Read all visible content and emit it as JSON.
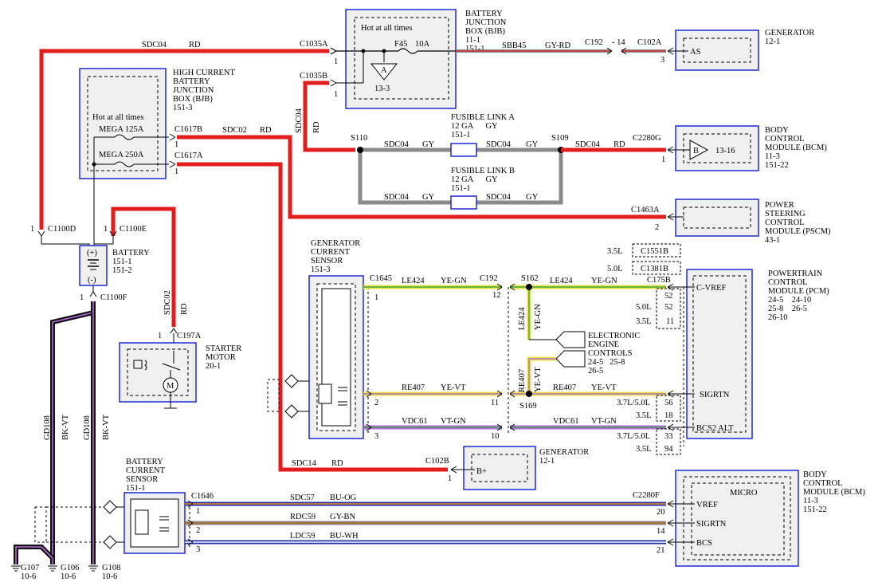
{
  "colors": {
    "rd": "#e11d1d",
    "gy": "#8a8a8a",
    "ye": "#e8e23a",
    "grn": "#3fa34d",
    "vt": "#b36ad8",
    "bk": "#111111",
    "bu": "#2233aa",
    "og": "#f08a24",
    "wh": "#ffffff",
    "box": "#1f2bd1",
    "fill": "#f0f0f0"
  },
  "bjb": {
    "title": [
      "BATTERY",
      "JUNCTION",
      "BOX (BJB)",
      "11-1"
    ],
    "hot": "Hot at all times",
    "fuse": "F45",
    "amps": "10A",
    "ref": "13-3",
    "loc": "151-1",
    "circuit": "SBB45",
    "color": "GY-RD",
    "conn": "C192",
    "pin": "- 14",
    "c1035a": "C1035A",
    "c1035b": "C1035B",
    "p1": "1",
    "p1b": "1"
  },
  "gen_top": {
    "title": "GENERATOR",
    "ref": "12-1",
    "conn": "C102A",
    "pin": "3",
    "label": "AS"
  },
  "sdc04_top": {
    "circuit": "SDC04",
    "color": "RD"
  },
  "sdc04_vert": {
    "circuit": "SDC04",
    "color": "RD"
  },
  "hcbjb": {
    "title": [
      "HIGH CURRENT",
      "BATTERY",
      "JUNCTION",
      "BOX (BJB)",
      "151-3"
    ],
    "hot": "Hot at all times",
    "mega125": "MEGA 125A",
    "mega250": "MEGA 250A",
    "c1617b": "C1617B",
    "c1617a": "C1617A",
    "p1": "1",
    "p2": "1"
  },
  "sdc02_top": {
    "circuit": "SDC02",
    "color": "RD"
  },
  "sdc02_vert": {
    "circuit": "SDC02",
    "color": "RD"
  },
  "fla": {
    "title": [
      "FUSIBLE LINK A",
      "12 GA      GY",
      "151-1"
    ],
    "s110": "S110",
    "s109": "S109",
    "left_c": "SDC04",
    "left_col": "GY",
    "right_c": "SDC04",
    "right_col": "GY"
  },
  "flb": {
    "title": [
      "FUSIBLE LINK B",
      "12 GA      GY",
      "151-1"
    ],
    "left_c": "SDC04",
    "left_col": "GY",
    "right_c": "SDC04",
    "right_col": "GY"
  },
  "bcm_top": {
    "title": [
      "BODY",
      "CONTROL",
      "MODULE (BCM)",
      "11-3",
      "151-22"
    ],
    "conn": "C2280G",
    "pin": "1",
    "circuit": "SDC04",
    "color": "RD",
    "label": "B",
    "ref": "13-16"
  },
  "pscm": {
    "title": [
      "POWER",
      "STEERING",
      "CONTROL",
      "MODULE (PSCM)",
      "43-1"
    ],
    "conn": "C1463A",
    "pin": "2"
  },
  "battery": {
    "title": [
      "BATTERY",
      "151-1",
      "151-2"
    ],
    "pos": "(+)",
    "neg": "(-)",
    "c1100d": "C1100D",
    "c1100e": "C1100E",
    "c1100f": "C1100F",
    "p1a": "1",
    "p1b": "1",
    "p1c": "1"
  },
  "starter": {
    "title": [
      "STARTER",
      "MOTOR",
      "20-1"
    ],
    "conn": "C197A",
    "pin": "1"
  },
  "gd108": {
    "a": "GD108",
    "a_col": "BK-VT",
    "b": "GD108",
    "b_col": "BK-VT"
  },
  "grounds": [
    {
      "name": "G107",
      "ref": "10-6"
    },
    {
      "name": "G106",
      "ref": "10-6"
    },
    {
      "name": "G108",
      "ref": "10-6"
    }
  ],
  "gcs": {
    "title": [
      "GENERATOR",
      "CURRENT",
      "SENSOR",
      "151-3"
    ],
    "conn": "C1645",
    "p1": "1",
    "p2": "2",
    "p3": "3"
  },
  "le424": {
    "c1": "LE424",
    "col1": "YE-GN",
    "conn": "C192",
    "pin": "12",
    "s162": "S162",
    "c2": "LE424",
    "col2": "YE-GN",
    "vert": "LE424",
    "vert_col": "YE-GN"
  },
  "eec": {
    "title": [
      "ELECTRONIC",
      "ENGINE",
      "CONTROLS",
      "24-5   25-8",
      "26-5"
    ]
  },
  "re407": {
    "c1": "RE407",
    "col1": "YE-VT",
    "pin": "11",
    "s169": "S169",
    "c2": "RE407",
    "col2": "YE-VT",
    "vert": "RE407",
    "vert_col": "YE-VT"
  },
  "vdc61": {
    "c1": "VDC61",
    "col1": "VT-GN",
    "pin": "10",
    "c2": "VDC61",
    "col2": "VT-GN"
  },
  "pcm": {
    "title": [
      "POWERTRAIN",
      "CONTROL",
      "MODULE (PCM)",
      "24-5    24-10",
      "25-8    26-5",
      "26-10"
    ],
    "conn": "C175B",
    "c1551b": "C1551B",
    "c1381b": "C1381B",
    "v35a": "3.5L",
    "v50a": "5.0L",
    "cvref": "C-VREF",
    "sigrtn": "SIGRTN",
    "bcs2": "BCS2 ALT",
    "pins": [
      {
        "v": "",
        "p": "52"
      },
      {
        "v": "5.0L",
        "p": "52"
      },
      {
        "v": "3.5L",
        "p": "11"
      },
      {
        "v": "3.7L/5.0L",
        "p": "56"
      },
      {
        "v": "3.5L",
        "p": "18"
      },
      {
        "v": "3.7L/5.0L",
        "p": "33"
      },
      {
        "v": "3.5L",
        "p": "94"
      }
    ]
  },
  "gen_bot": {
    "title": [
      "GENERATOR",
      "12-1"
    ],
    "conn": "C102B",
    "pin": "1",
    "label": "B+",
    "circuit": "SDC14",
    "color": "RD"
  },
  "bcs": {
    "title": [
      "BATTERY",
      "CURRENT",
      "SENSOR",
      "151-1"
    ],
    "conn": "C1646",
    "p1": "1",
    "p2": "2",
    "p3": "3"
  },
  "bcm_bot": {
    "title": [
      "BODY",
      "CONTROL",
      "MODULE (BCM)",
      "11-3",
      "151-22"
    ],
    "conn": "C2280F",
    "micro": "MICRO",
    "vref": "VREF",
    "sigrtn": "SIGRTN",
    "bcs": "BCS",
    "p20": "20",
    "p14": "14",
    "p21": "21"
  },
  "bot_wires": [
    {
      "c": "SDC57",
      "col": "BU-OG"
    },
    {
      "c": "RDC59",
      "col": "GY-BN"
    },
    {
      "c": "LDC59",
      "col": "BU-WH"
    }
  ]
}
